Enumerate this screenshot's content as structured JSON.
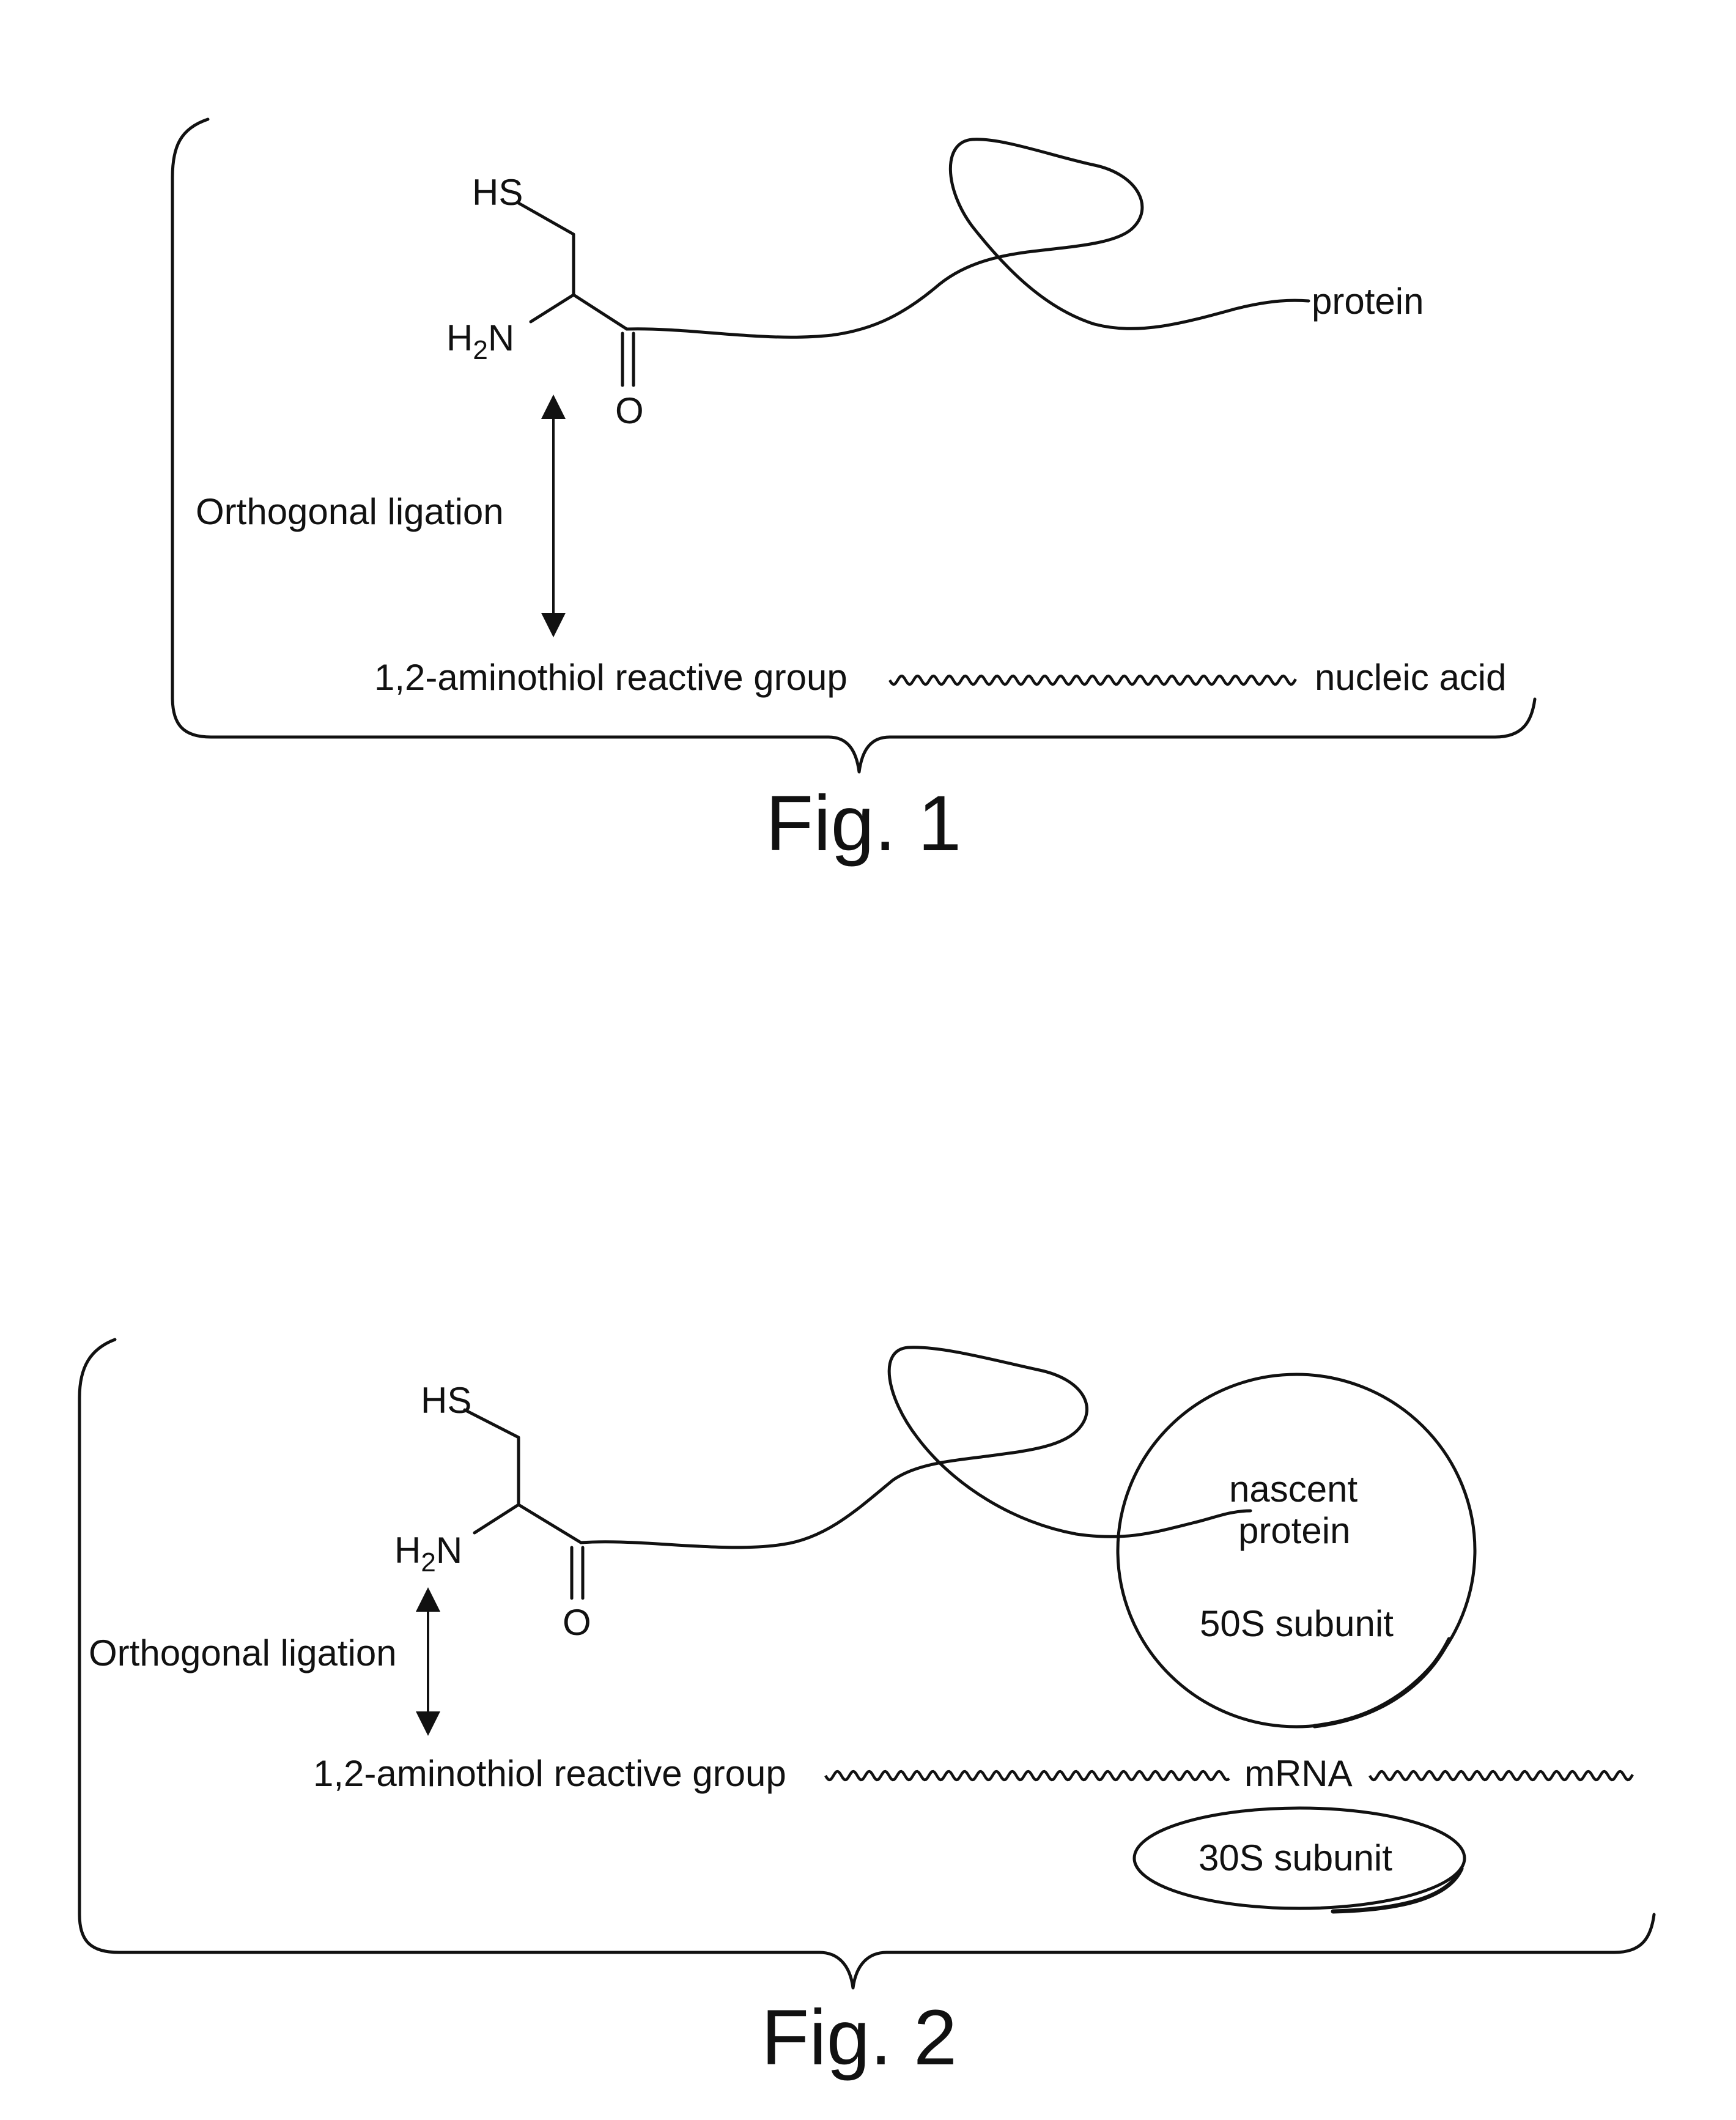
{
  "figures": [
    {
      "id": "fig1",
      "caption": "Fig. 1",
      "thiol_group": "HS",
      "amine_h": "H",
      "amine_sub": "2",
      "amine_n": "N",
      "carbonyl_o": "O",
      "chain_label": "protein",
      "arrow_label": "Orthogonal ligation",
      "reactive_group_label": "1,2-aminothiol reactive group",
      "strand_label": "nucleic acid"
    },
    {
      "id": "fig2",
      "caption": "Fig. 2",
      "thiol_group": "HS",
      "amine_h": "H",
      "amine_sub": "2",
      "amine_n": "N",
      "carbonyl_o": "O",
      "chain_label_line1": "nascent",
      "chain_label_line2": "protein",
      "large_subunit_label": "50S subunit",
      "arrow_label": "Orthogonal ligation",
      "reactive_group_label": "1,2-aminothiol reactive group",
      "strand_label": "mRNA",
      "small_subunit_label": "30S subunit"
    }
  ]
}
